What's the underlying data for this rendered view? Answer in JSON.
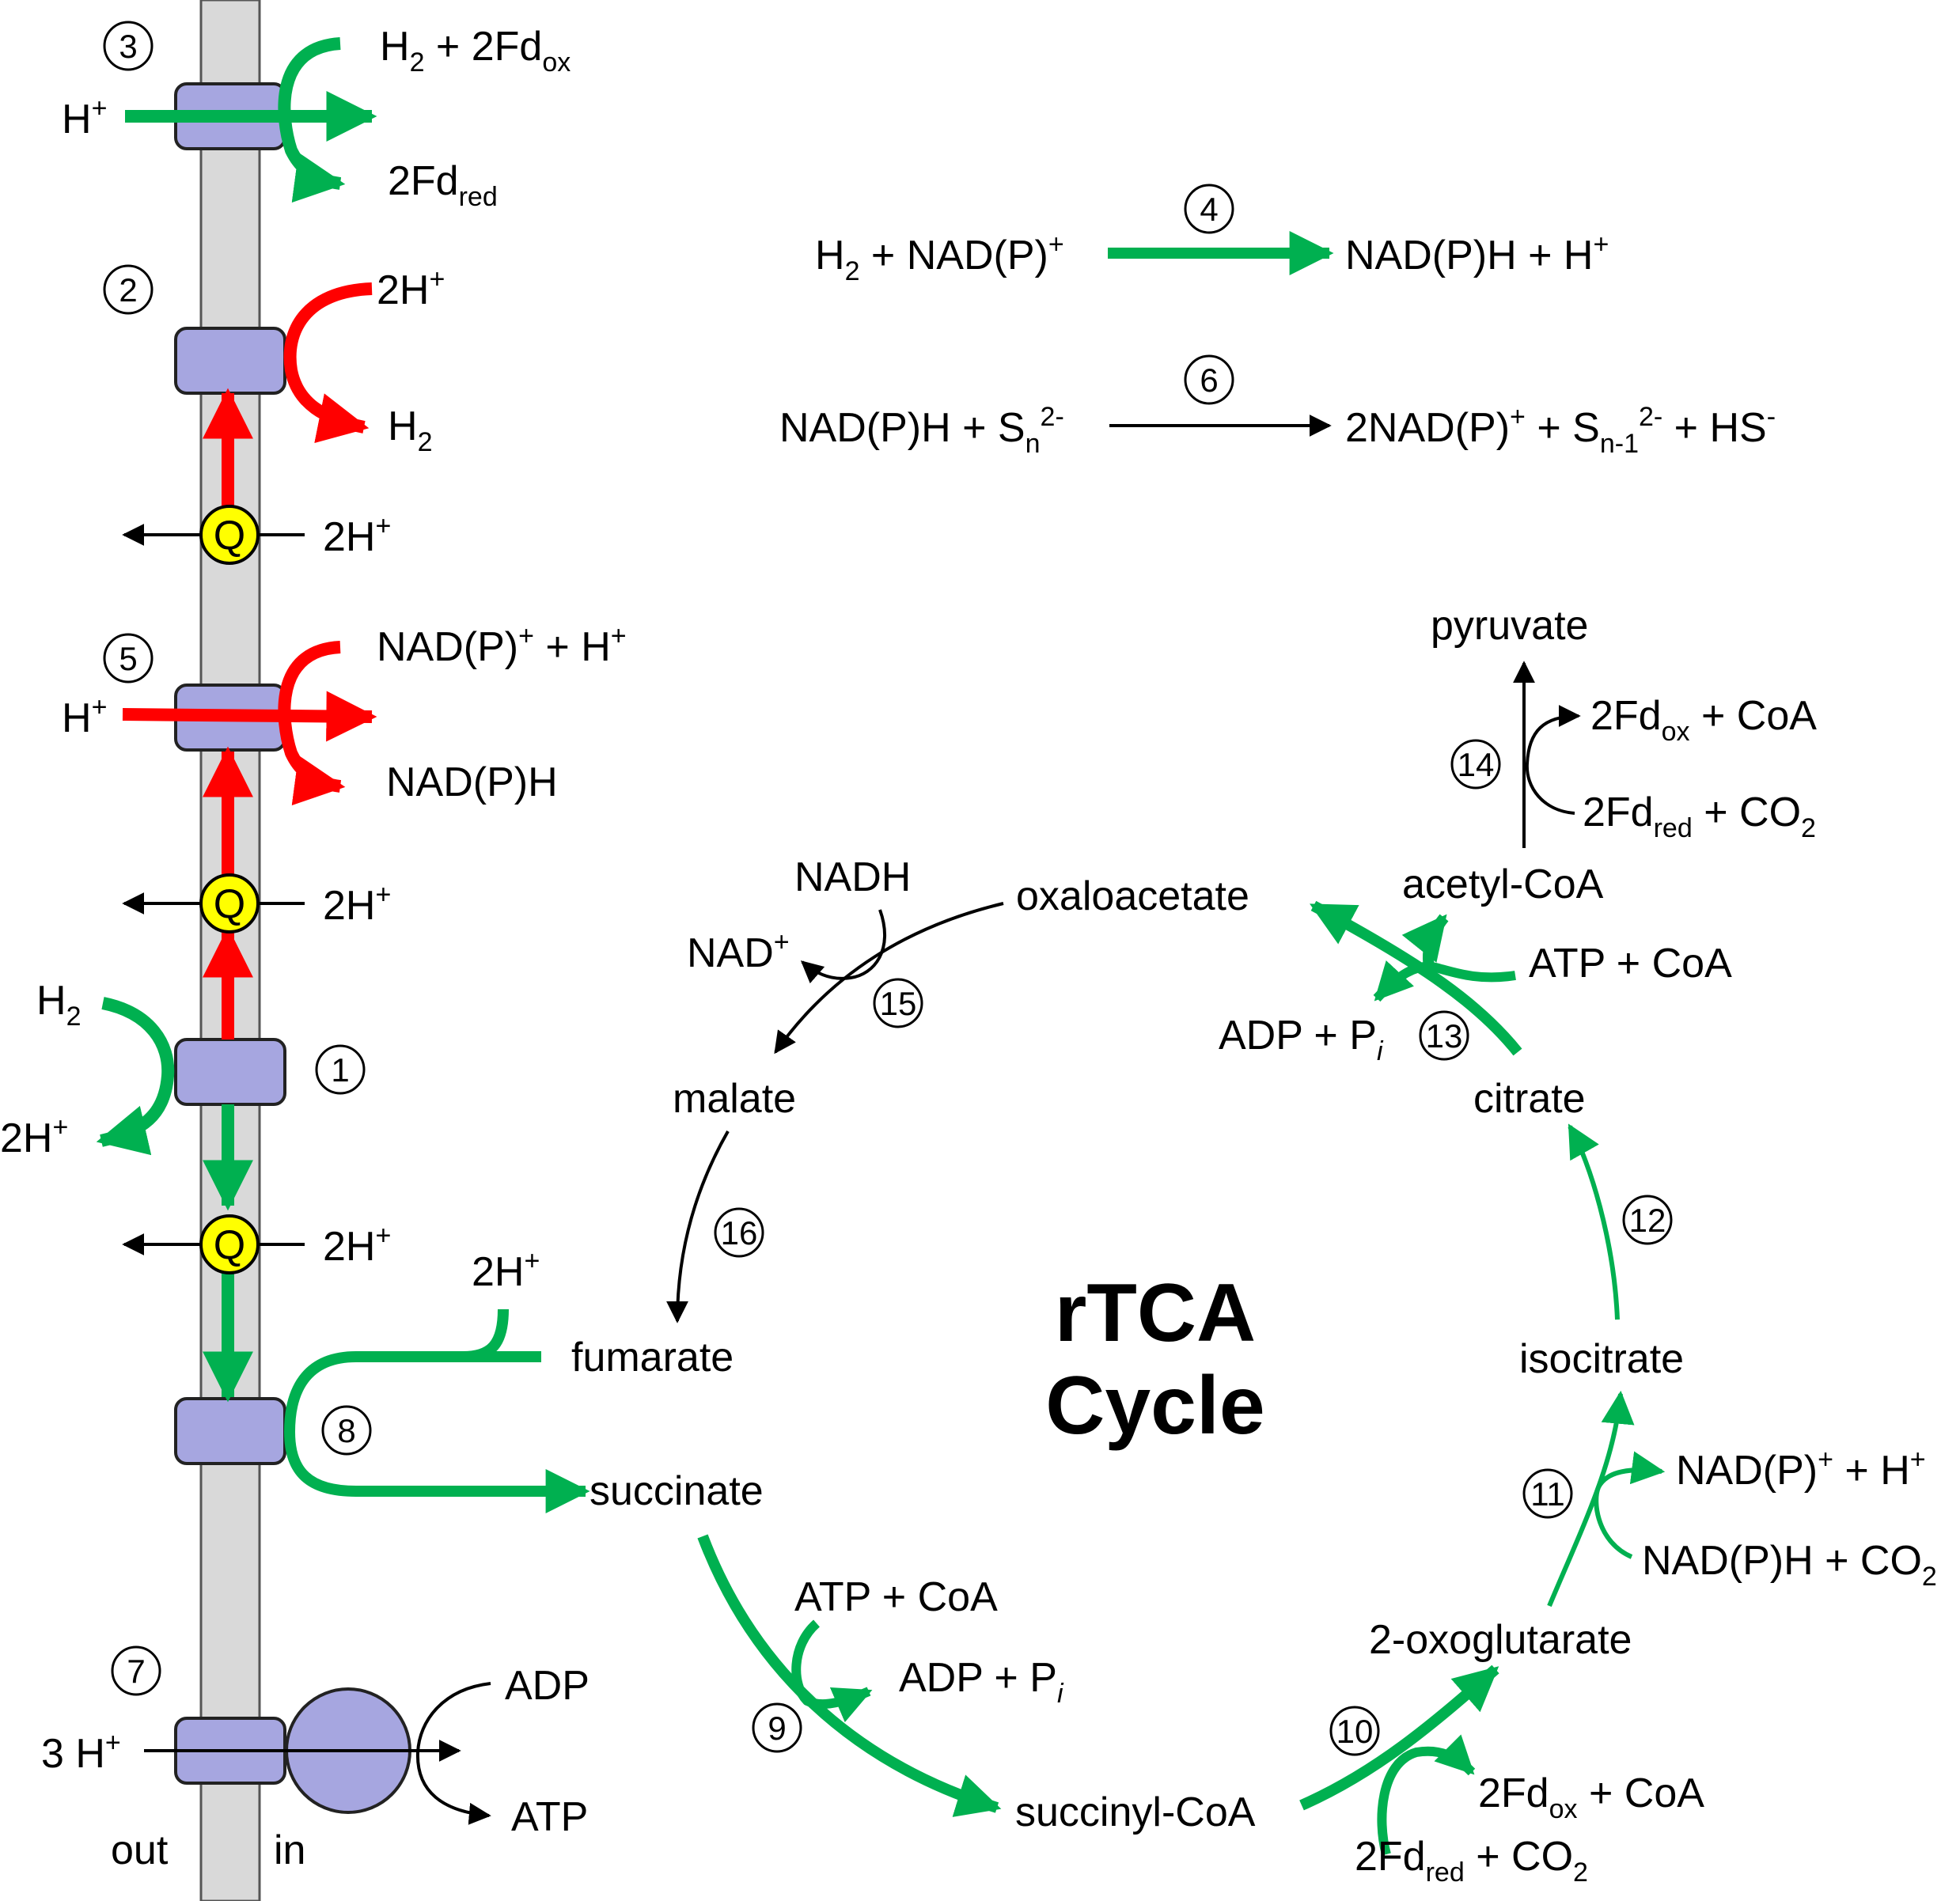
{
  "title": {
    "line1": "rTCA",
    "line2": "Cycle"
  },
  "membrane": {
    "out_label": "out",
    "in_label": "in"
  },
  "steps": {
    "s1": "1",
    "s2": "2",
    "s3": "3",
    "s4": "4",
    "s5": "5",
    "s6": "6",
    "s7": "7",
    "s8": "8",
    "s9": "9",
    "s10": "10",
    "s11": "11",
    "s12": "12",
    "s13": "13",
    "s14": "14",
    "s15": "15",
    "s16": "16"
  },
  "reaction3": {
    "h_in": "H",
    "h_in_sup": "+",
    "prod1_a": "H",
    "prod1_sub": "2",
    "prod1_b": " + 2Fd",
    "prod1_sub2": "ox",
    "prod2_a": "2Fd",
    "prod2_sub": "red"
  },
  "reaction2": {
    "reactant": "2H",
    "reactant_sup": "+",
    "product": "H",
    "product_sub": "2"
  },
  "reaction5": {
    "h_in": "H",
    "h_in_sup": "+",
    "prod1_a": "NAD(P)",
    "prod1_sup": "+",
    "prod1_b": " + H",
    "prod1_sup2": "+",
    "prod2": "NAD(P)H"
  },
  "reaction1": {
    "reactant": "H",
    "reactant_sub": "2",
    "product": "2H",
    "product_sup": "+"
  },
  "quinone": {
    "label": "Q",
    "proton_a": "2H",
    "proton_sup": "+"
  },
  "reaction8": {
    "proton": "2H",
    "proton_sup": "+"
  },
  "reaction7": {
    "h_in": "3 H",
    "h_in_sup": "+",
    "adp": "ADP",
    "atp": "ATP"
  },
  "reaction4": {
    "left_a": "H",
    "left_sub": "2",
    "left_b": " + NAD(P)",
    "left_sup": "+",
    "right_a": "NAD(P)H + H",
    "right_sup": "+"
  },
  "reaction6": {
    "left_a": "NAD(P)H + S",
    "left_sub": "n",
    "left_sup": "2-",
    "right_a": "2NAD(P)",
    "right_sup": "+",
    "right_b": " + S",
    "right_sub": "n-1",
    "right_sup2": "2-",
    "right_c": " + HS",
    "right_sup3": "-"
  },
  "metabolites": {
    "pyruvate": "pyruvate",
    "acetyl_coa": "acetyl-CoA",
    "oxaloacetate": "oxaloacetate",
    "malate": "malate",
    "fumarate": "fumarate",
    "succinate": "succinate",
    "succinyl_coa": "succinyl-CoA",
    "oxoglutarate": "2-oxoglutarate",
    "isocitrate": "isocitrate",
    "citrate": "citrate"
  },
  "cofactors": {
    "r14_out_a": "2Fd",
    "r14_out_sub": "ox",
    "r14_out_b": " + CoA",
    "r14_in_a": "2Fd",
    "r14_in_sub": "red",
    "r14_in_b": " + CO",
    "r14_in_sub2": "2",
    "r13_in": "ATP + CoA",
    "r13_out_a": "ADP + P",
    "r13_out_i": "i",
    "r15_in": "NADH",
    "r15_out": "NAD",
    "r15_out_sup": "+",
    "r9_in": "ATP + CoA",
    "r9_out_a": "ADP + P",
    "r9_out_i": "i",
    "r10_out_a": "2Fd",
    "r10_out_sub": "ox",
    "r10_out_b": " + CoA",
    "r10_in_a": "2Fd",
    "r10_in_sub": "red",
    "r10_in_b": " + CO",
    "r10_in_sub2": "2",
    "r11_out_a": "NAD(P)",
    "r11_out_sup": "+",
    "r11_out_b": " + H",
    "r11_out_sup2": "+",
    "r11_in_a": "NAD(P)H + CO",
    "r11_in_sub": "2"
  },
  "colors": {
    "green": "#00b050",
    "red": "#ff0000",
    "membrane": "#d9d9d9",
    "protein": "#a6a6e0",
    "quinone": "#ffff00"
  }
}
